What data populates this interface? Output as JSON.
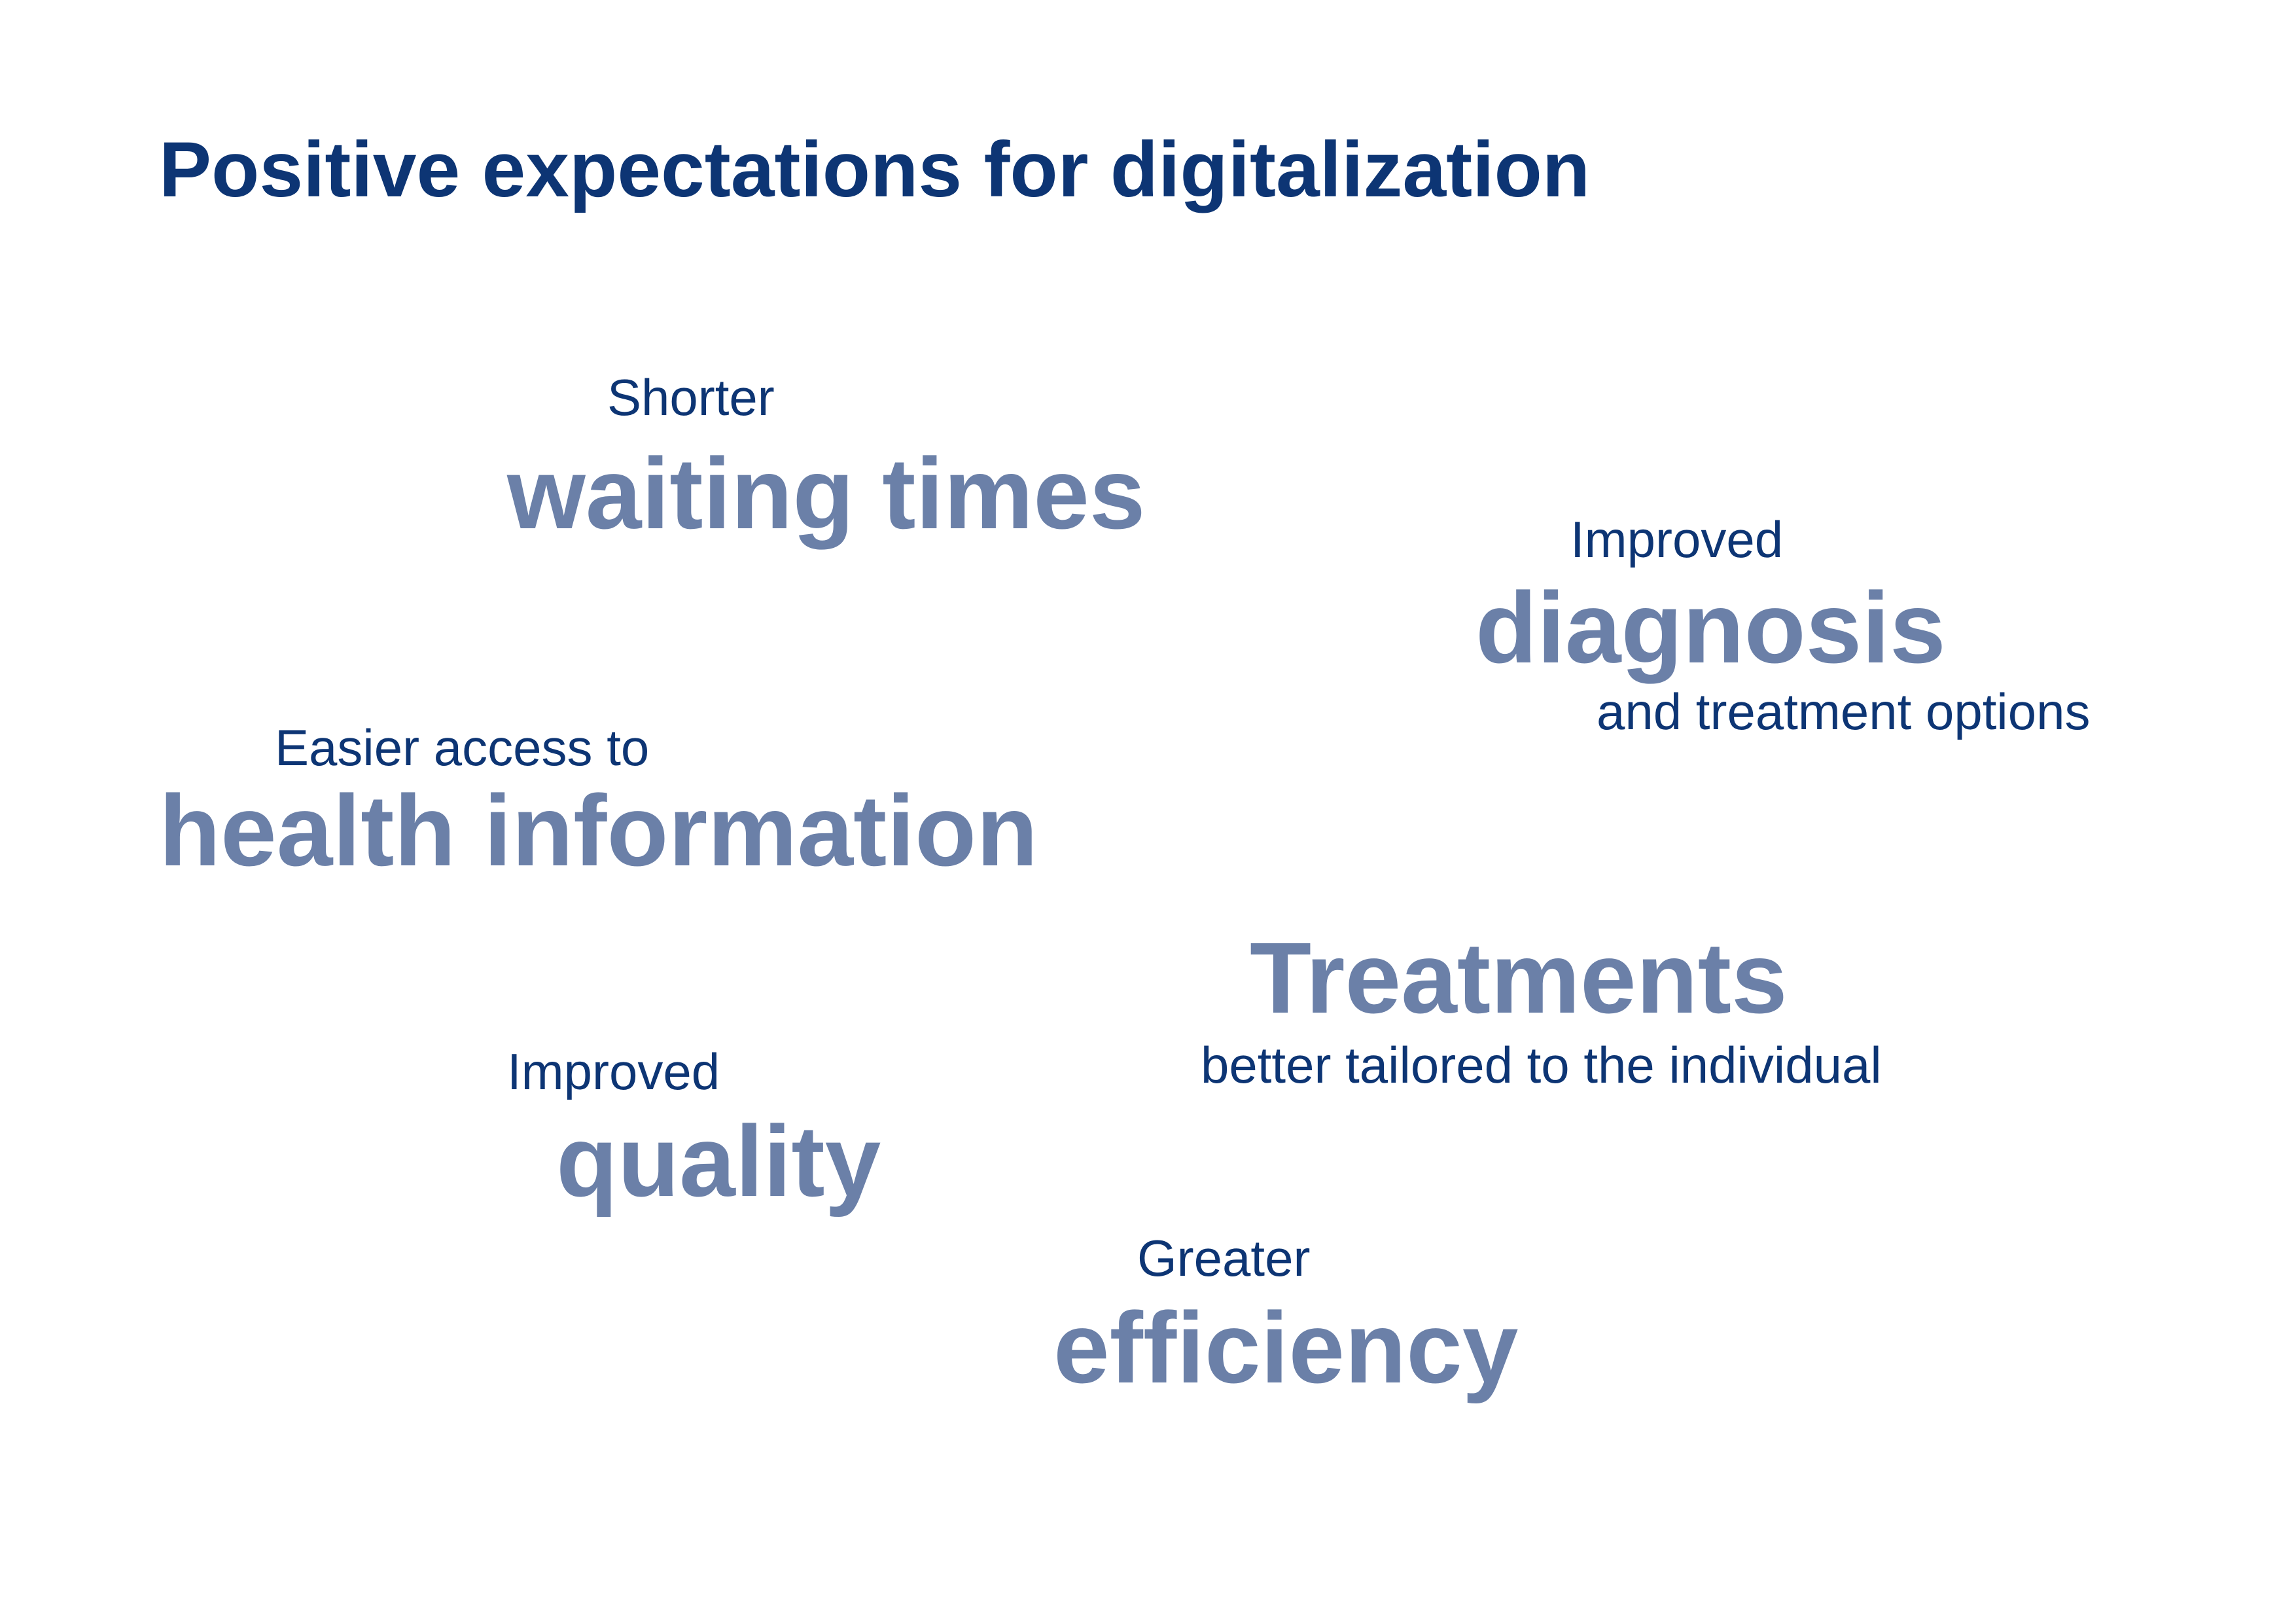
{
  "title": "Positive expectations for digitalization",
  "colors": {
    "title": "#0d3574",
    "small_text": "#0d3574",
    "big_text": "#6b80a8",
    "background": "#ffffff"
  },
  "items": {
    "waiting_times": {
      "pre": "Shorter",
      "main": "waiting times"
    },
    "diagnosis": {
      "pre": "Improved",
      "main": "diagnosis",
      "post": "and treatment options"
    },
    "health_information": {
      "pre": "Easier access to",
      "main": "health information"
    },
    "treatments": {
      "main": "Treatments",
      "post": "better tailored to the individual"
    },
    "quality": {
      "pre": "Improved",
      "main": "quality"
    },
    "efficiency": {
      "pre": "Greater",
      "main": "efficiency"
    }
  }
}
